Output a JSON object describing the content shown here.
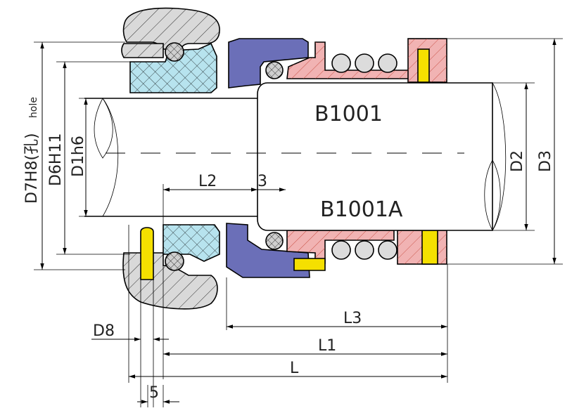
{
  "models": {
    "upper": "B1001",
    "lower": "B1001A"
  },
  "dimensions": {
    "D7": "D7H8(孔)",
    "hole": "hole",
    "D6": "D6H11",
    "D1": "D1h6",
    "D2": "D2",
    "D3": "D3",
    "L": "L",
    "L1": "L1",
    "L2": "L2",
    "L3": "L3",
    "D8": "D8",
    "five": "5",
    "three": "3"
  },
  "colors": {
    "housing": "#d9d9d9",
    "seat": "#b7e3ee",
    "carbon": "#6b6fb8",
    "rotary": "#f1b3b3",
    "pin": "#f5e000",
    "shaft": "#ffffff",
    "oring": "#cfcfcf",
    "line": "#000000"
  }
}
